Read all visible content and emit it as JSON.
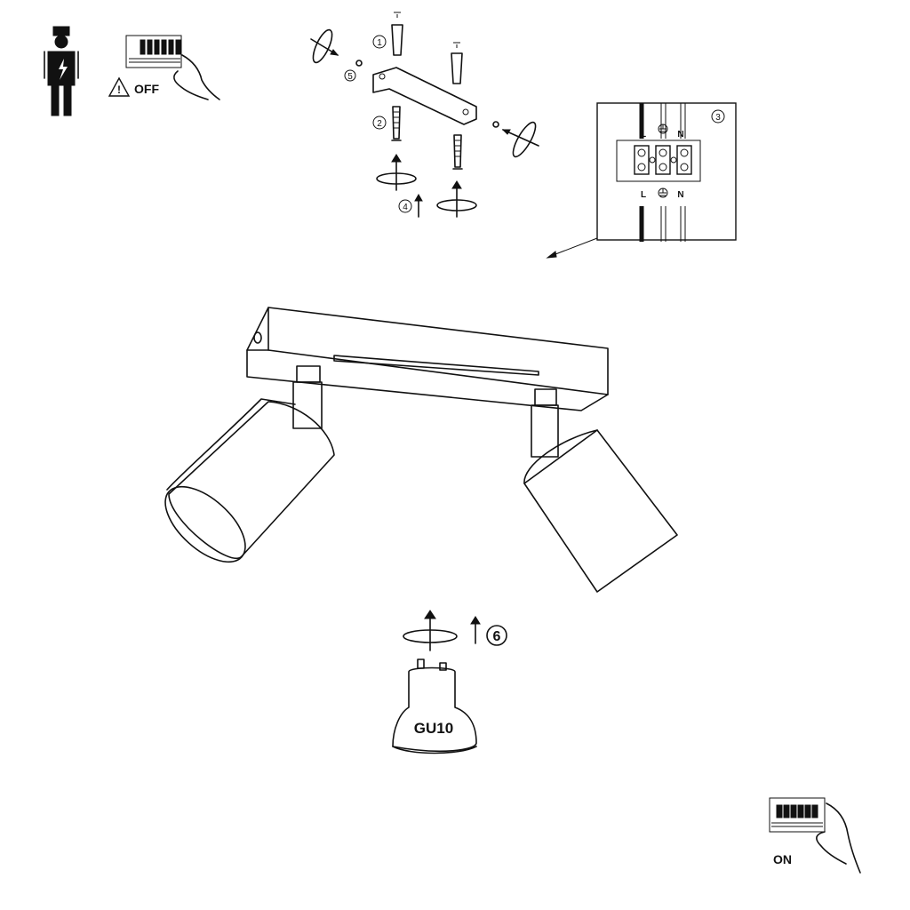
{
  "power_off": {
    "label": "OFF",
    "warning_glyph": "!"
  },
  "power_on": {
    "label": "ON"
  },
  "steps": [
    "1",
    "2",
    "3",
    "4",
    "5",
    "6"
  ],
  "wiring": {
    "terminals": [
      "L",
      "N"
    ],
    "earth_icon": "earth-icon"
  },
  "bulb": {
    "type": "GU10"
  }
}
